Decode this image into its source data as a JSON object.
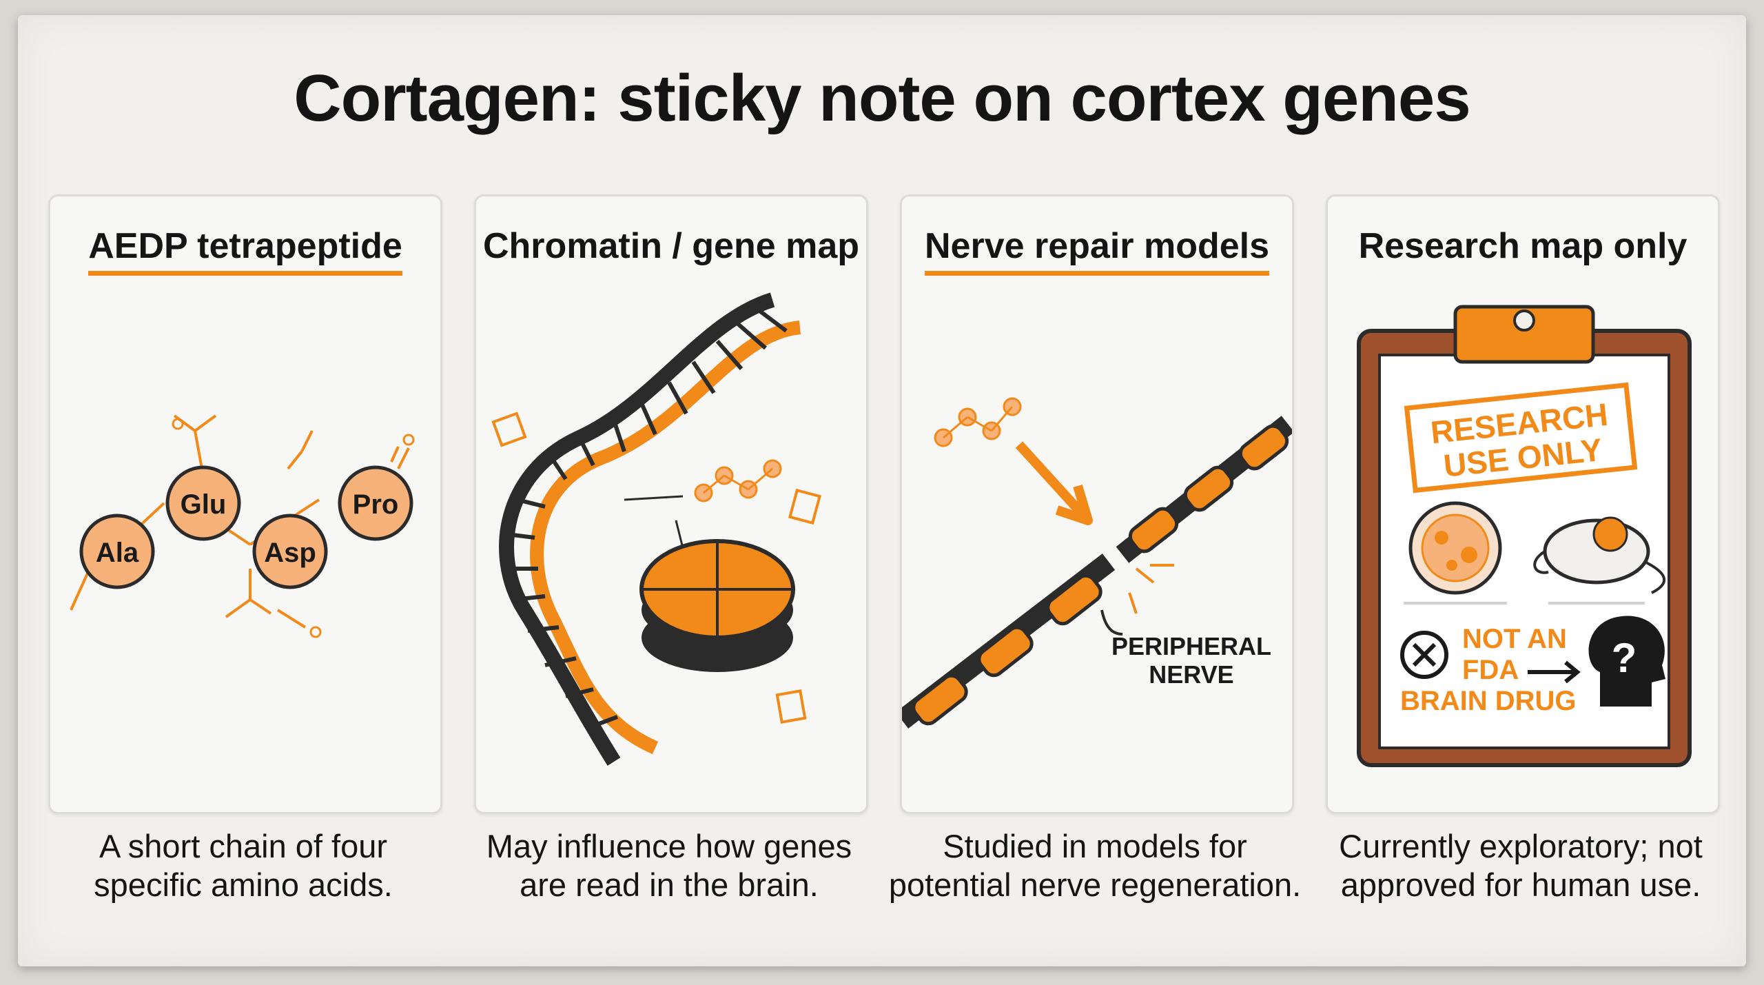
{
  "title": "Cortagen: sticky note on cortex genes",
  "panels": [
    {
      "title": "AEDP tetrapeptide",
      "caption_line1": "A short chain of four",
      "caption_line2": "specific amino acids.",
      "amino_acids": [
        "Ala",
        "Glu",
        "Asp",
        "Pro"
      ]
    },
    {
      "title": "Chromatin / gene map",
      "caption_line1": "May influence how genes",
      "caption_line2": "are read in the brain."
    },
    {
      "title": "Nerve repair models",
      "caption_line1": "Studied in models for",
      "caption_line2": "potential nerve regeneration.",
      "label_line1": "PERIPHERAL",
      "label_line2": "NERVE"
    },
    {
      "title": "Research map only",
      "caption_line1": "Currently exploratory; not",
      "caption_line2": "approved for human use.",
      "stamp_line1": "RESEARCH",
      "stamp_line2": "USE ONLY",
      "warning_line1": "NOT AN",
      "warning_line2": "FDA",
      "warning_line3": "BRAIN DRUG",
      "question_mark": "?"
    }
  ],
  "colors": {
    "accent": "#f28a1a",
    "accent_light": "#f7b27a",
    "dark": "#2b2b2b",
    "paper": "#f1f0ed"
  }
}
